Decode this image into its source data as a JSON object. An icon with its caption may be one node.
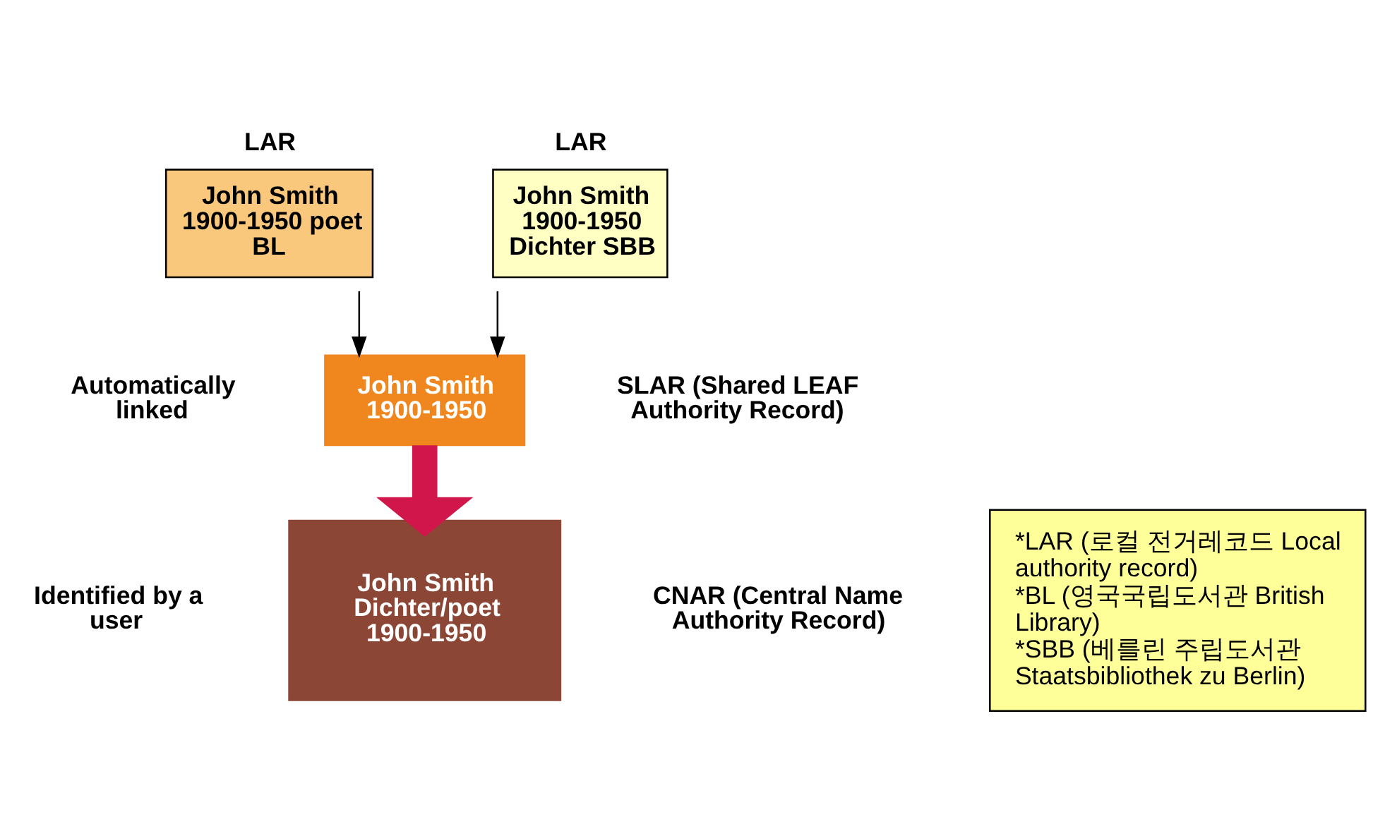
{
  "diagram": {
    "nodes": [
      {
        "text": [
          "LAR",
          "John Smith 1900-1950 poet BL"
        ]
      },
      {
        "text": [
          "LAR",
          "John Smith 1900-1950 Dichter SBB"
        ]
      },
      {
        "text": [
          "John Smith 1900-1950"
        ],
        "beside": [
          "Automatically linked",
          "SLAR (Shared LEAF Authority Record)"
        ]
      },
      {
        "text": [
          "John Smith Dichter/poet 1900-1950"
        ],
        "beside": [
          "Identified by a user",
          "CNAR (Central Name Authority Record)"
        ]
      },
      {
        "text": [
          "*LAR (로컬 전거레코드 Local authority record)",
          "*BL (영국국립도서관 British Library)",
          "*SBB (베를린 주립도서관 Staatsbibliothek zu Berlin)"
        ]
      }
    ],
    "edges": [
      {
        "from": 0,
        "to": 2,
        "arrow": "to"
      },
      {
        "from": 1,
        "to": 2,
        "arrow": "to"
      },
      {
        "from": 2,
        "to": 3,
        "arrow": "to",
        "style": "thick",
        "color": "#d0164a"
      }
    ]
  }
}
